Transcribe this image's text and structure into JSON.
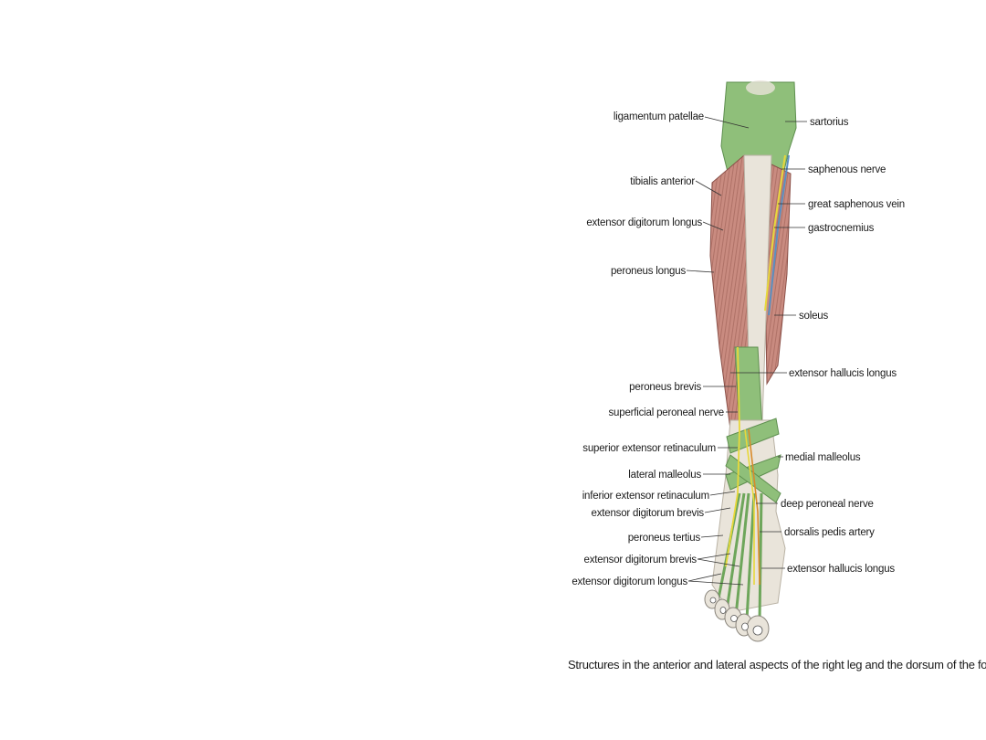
{
  "labels": {
    "ligamentum_patellae": "ligamentum patellae",
    "sartorius": "sartorius",
    "saphenous_nerve": "saphenous nerve",
    "tibialis_anterior": "tibialis anterior",
    "great_saphenous_vein": "great saphenous vein",
    "extensor_digitorum_longus": "extensor digitorum longus",
    "gastrocnemius": "gastrocnemius",
    "peroneus_longus": "peroneus longus",
    "soleus": "soleus",
    "extensor_hallucis_longus": "extensor hallucis longus",
    "peroneus_brevis": "peroneus brevis",
    "superficial_peroneal_nerve": "superficial peroneal nerve",
    "superior_extensor_retinaculum": "superior extensor retinaculum",
    "medial_malleolus": "medial malleolus",
    "lateral_malleolus": "lateral malleolus",
    "inferior_extensor_retinaculum": "inferior extensor retinaculum",
    "deep_peroneal_nerve": "deep peroneal nerve",
    "extensor_digitorum_brevis_1": "extensor digitorum brevis",
    "dorsalis_pedis_artery": "dorsalis pedis artery",
    "peroneus_tertius": "peroneus tertius",
    "extensor_digitorum_brevis_2": "extensor digitorum brevis",
    "extensor_hallucis_longus_2": "extensor hallucis longus",
    "extensor_digitorum_longus_2": "extensor digitorum longus"
  },
  "caption": "Structures in the anterior and lateral aspects of the right leg and the dorsum of the foot.",
  "colors": {
    "muscle": "#c98b80",
    "tendon": "#8fbf7a",
    "bone": "#e9e4da",
    "nerve": "#e8d83a",
    "vein": "#5a8fc0"
  }
}
